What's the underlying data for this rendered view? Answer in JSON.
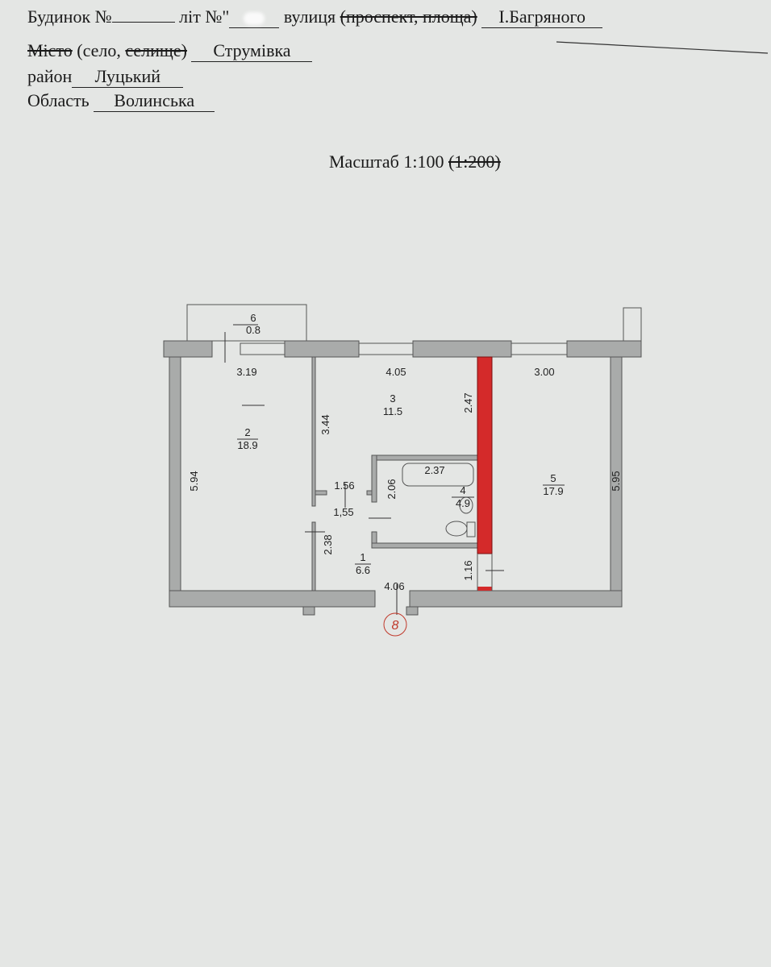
{
  "header": {
    "house_label": "Будинок №",
    "house_number": "",
    "lit_label": "літ №\"",
    "lit_value": "",
    "street_label": "вулиця",
    "street_struck": "(проспект, площа)",
    "street_value": "І.Багряного",
    "city_struck": "Місто",
    "village_label": "(село,",
    "settlement_struck": "селище)",
    "village_value": "Струмівка",
    "district_label": "район",
    "district_value": "Луцький",
    "region_label": "Область",
    "region_value": "Волинська"
  },
  "scale": {
    "label": "Масштаб 1:100",
    "struck": "(1:200)"
  },
  "rooms": [
    {
      "number": "1",
      "area": "6.6"
    },
    {
      "number": "2",
      "area": "18.9"
    },
    {
      "number": "3",
      "area": "11.5"
    },
    {
      "number": "4",
      "area": "4.9"
    },
    {
      "number": "5",
      "area": "17.9"
    },
    {
      "number": "6",
      "area": "0.8"
    }
  ],
  "dimensions": {
    "room2_width": "3.19",
    "room2_length": "5.94",
    "room3_width": "4.05",
    "room3_length": "3.44",
    "red_wall_length": "2.47",
    "room5_width": "3.00",
    "room5_length": "5.95",
    "bath_length": "2.37",
    "bath_height": "2.06",
    "partition_upper": "1.56",
    "partition_lower": "1,55",
    "corridor_length": "2.38",
    "corridor_width": "4.06",
    "door_width": "1.16"
  },
  "stamp": "8",
  "colors": {
    "wall": "#a9abaa",
    "demolished_wall": "#d42a2a",
    "paper": "#e4e6e4"
  }
}
